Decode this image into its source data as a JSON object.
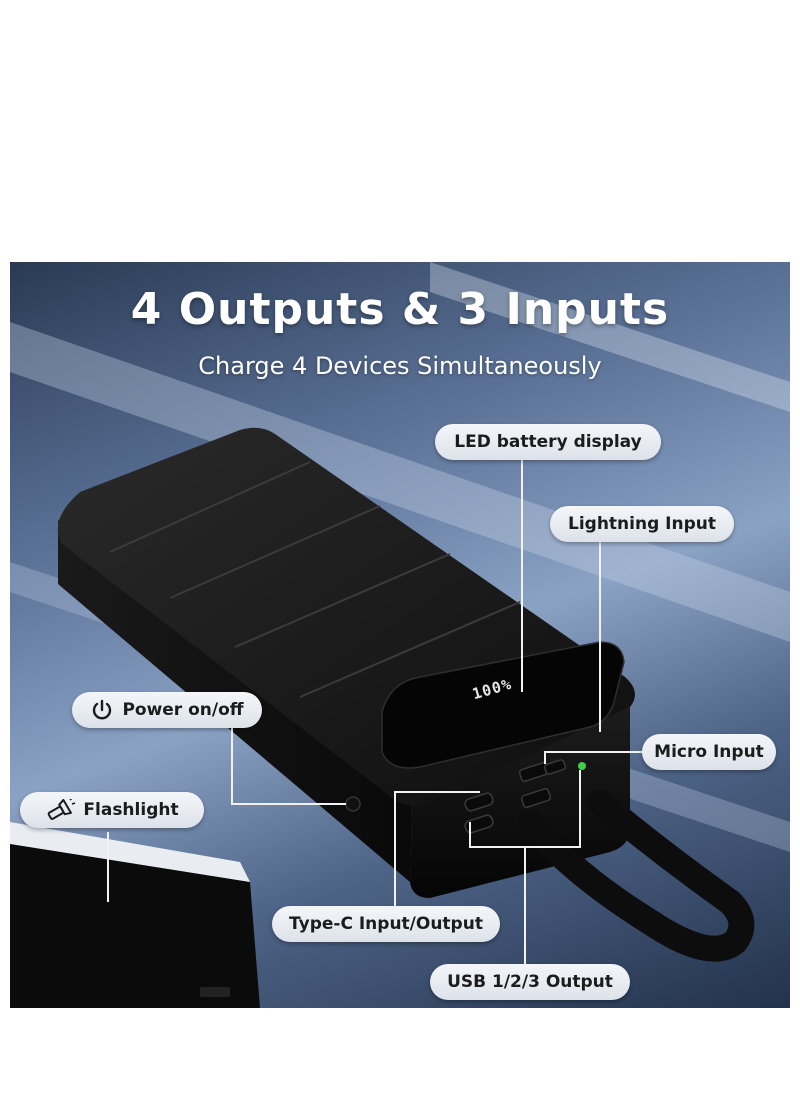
{
  "headline": {
    "title": "4 Outputs & 3 Inputs",
    "subtitle": "Charge 4 Devices Simultaneously"
  },
  "device": {
    "display_reading": "100%"
  },
  "callouts": {
    "led": "LED battery display",
    "lightning": "Lightning Input",
    "power": "Power on/off",
    "micro": "Micro Input",
    "flashlight": "Flashlight",
    "typec": "Type-C Input/Output",
    "usb": "USB 1/2/3 Output"
  },
  "icons": {
    "power": "power-icon",
    "flashlight": "flashlight-icon"
  },
  "colors": {
    "led_green": "#3fd14a",
    "device_black": "#141414",
    "callout_line": "#f2f2f2"
  }
}
